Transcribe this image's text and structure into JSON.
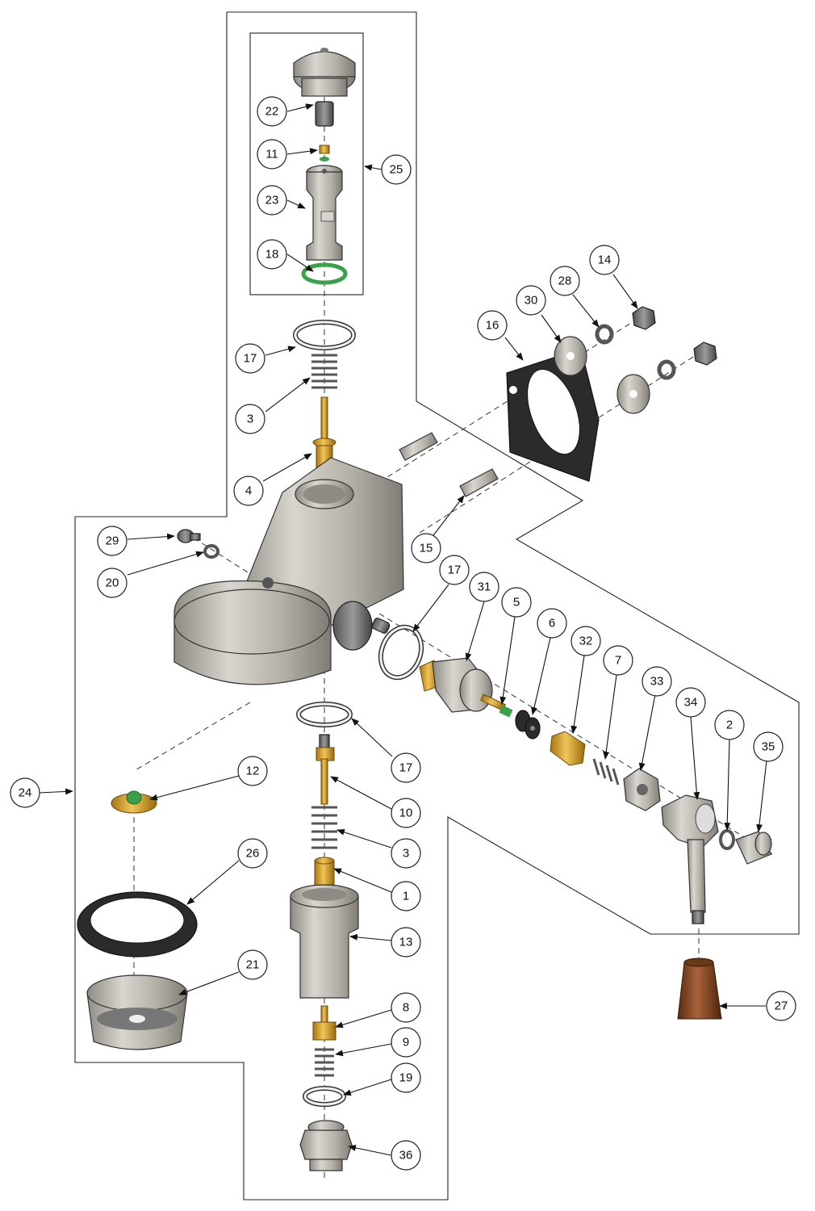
{
  "diagram": {
    "callouts": [
      {
        "id": "c22",
        "label": "22"
      },
      {
        "id": "c11",
        "label": "11"
      },
      {
        "id": "c25",
        "label": "25"
      },
      {
        "id": "c23",
        "label": "23"
      },
      {
        "id": "c18",
        "label": "18"
      },
      {
        "id": "c14",
        "label": "14"
      },
      {
        "id": "c28",
        "label": "28"
      },
      {
        "id": "c30",
        "label": "30"
      },
      {
        "id": "c16",
        "label": "16"
      },
      {
        "id": "c17a",
        "label": "17"
      },
      {
        "id": "c3a",
        "label": "3"
      },
      {
        "id": "c4",
        "label": "4"
      },
      {
        "id": "c15",
        "label": "15"
      },
      {
        "id": "c29",
        "label": "29"
      },
      {
        "id": "c20",
        "label": "20"
      },
      {
        "id": "c17b",
        "label": "17"
      },
      {
        "id": "c31",
        "label": "31"
      },
      {
        "id": "c5",
        "label": "5"
      },
      {
        "id": "c6",
        "label": "6"
      },
      {
        "id": "c32",
        "label": "32"
      },
      {
        "id": "c7",
        "label": "7"
      },
      {
        "id": "c33",
        "label": "33"
      },
      {
        "id": "c34",
        "label": "34"
      },
      {
        "id": "c2",
        "label": "2"
      },
      {
        "id": "c35",
        "label": "35"
      },
      {
        "id": "c17c",
        "label": "17"
      },
      {
        "id": "c24",
        "label": "24"
      },
      {
        "id": "c12",
        "label": "12"
      },
      {
        "id": "c10",
        "label": "10"
      },
      {
        "id": "c3b",
        "label": "3"
      },
      {
        "id": "c26",
        "label": "26"
      },
      {
        "id": "c1",
        "label": "1"
      },
      {
        "id": "c13",
        "label": "13"
      },
      {
        "id": "c21",
        "label": "21"
      },
      {
        "id": "c8",
        "label": "8"
      },
      {
        "id": "c27",
        "label": "27"
      },
      {
        "id": "c9",
        "label": "9"
      },
      {
        "id": "c19",
        "label": "19"
      },
      {
        "id": "c36",
        "label": "36"
      }
    ],
    "colors": {
      "metal": "#b9b5ad",
      "brass": "#d4a22b",
      "rubber": "#2b2b2b",
      "seal_green": "#3aa04a",
      "wood": "#8a4a22"
    }
  }
}
